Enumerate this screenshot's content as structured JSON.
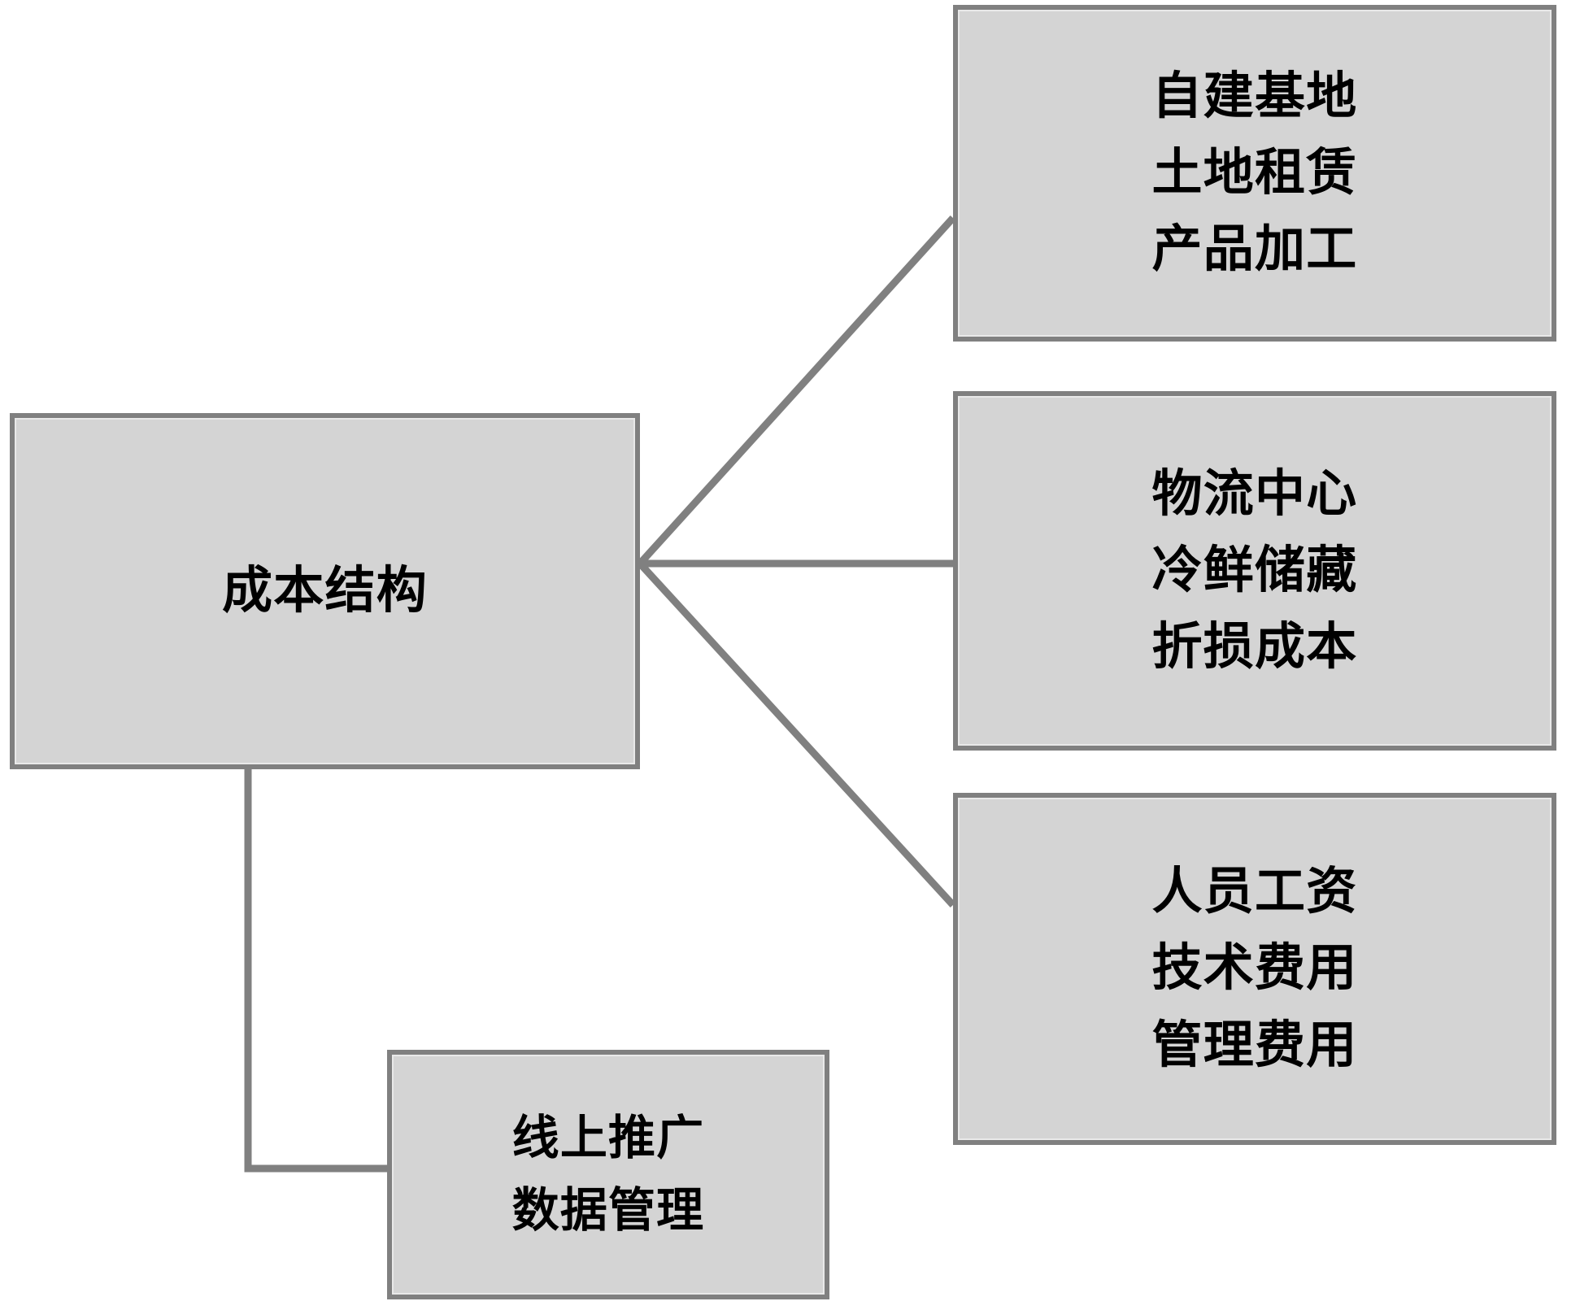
{
  "diagram": {
    "title": "成本结构",
    "stroke_color": "#808080",
    "fill_color": "#d4d4d4",
    "text_color": "#000000",
    "background_color": "#ffffff",
    "root": {
      "id": "cost-structure",
      "label": "成本结构"
    },
    "branches": [
      {
        "id": "production",
        "name": "production-costs",
        "lines": [
          "自建基地",
          "土地租赁",
          "产品加工"
        ],
        "line1": "自建基地",
        "line2": "土地租赁",
        "line3": "产品加工"
      },
      {
        "id": "logistics",
        "name": "logistics-costs",
        "lines": [
          "物流中心",
          "冷鲜储藏",
          "折损成本"
        ],
        "line1": "物流中心",
        "line2": "冷鲜储藏",
        "line3": "折损成本"
      },
      {
        "id": "personnel",
        "name": "personnel-costs",
        "lines": [
          "人员工资",
          "技术费用",
          "管理费用"
        ],
        "line1": "人员工资",
        "line2": "技术费用",
        "line3": "管理费用"
      },
      {
        "id": "marketing",
        "name": "marketing-costs",
        "lines": [
          "线上推广",
          "数据管理"
        ],
        "line1": "线上推广",
        "line2": "数据管理"
      }
    ]
  }
}
